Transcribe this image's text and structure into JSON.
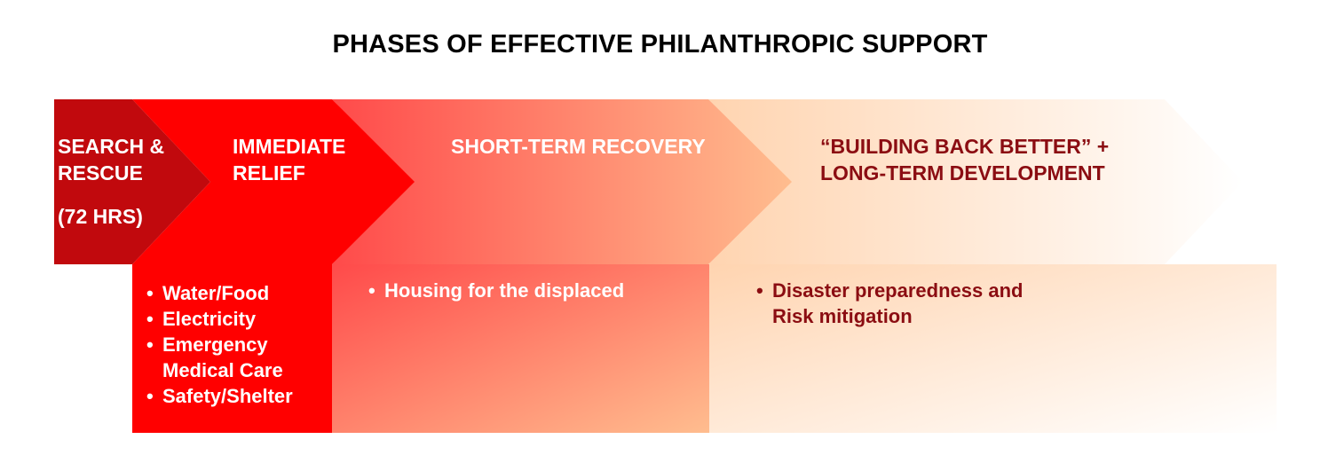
{
  "title": "PHASES OF EFFECTIVE PHILANTHROPIC SUPPORT",
  "colors": {
    "search_rescue": "#c1090d",
    "immediate_relief": "#ff0000",
    "short_term_start": "#ff4a4a",
    "short_term_end": "#ffbd8f",
    "long_term_start": "#ffd4b0",
    "long_term_end": "#ffffff",
    "dark_text": "#8b0d12",
    "light_text": "#ffffff"
  },
  "phases": {
    "search_rescue": {
      "label_lines": [
        "SEARCH &",
        "RESCUE"
      ],
      "duration": "(72 HRS)"
    },
    "immediate_relief": {
      "label_lines": [
        "IMMEDIATE",
        "RELIEF"
      ],
      "items": [
        "Water/Food",
        "Electricity",
        "Emergency",
        "Medical Care",
        "Safety/Shelter"
      ]
    },
    "short_term_recovery": {
      "label": "SHORT-TERM RECOVERY",
      "items": [
        "Housing for the displaced"
      ]
    },
    "long_term": {
      "label_lines": [
        "“BUILDING BACK BETTER” +",
        "LONG-TERM DEVELOPMENT"
      ],
      "items": [
        "Disaster preparedness and",
        "Risk mitigation"
      ]
    }
  }
}
